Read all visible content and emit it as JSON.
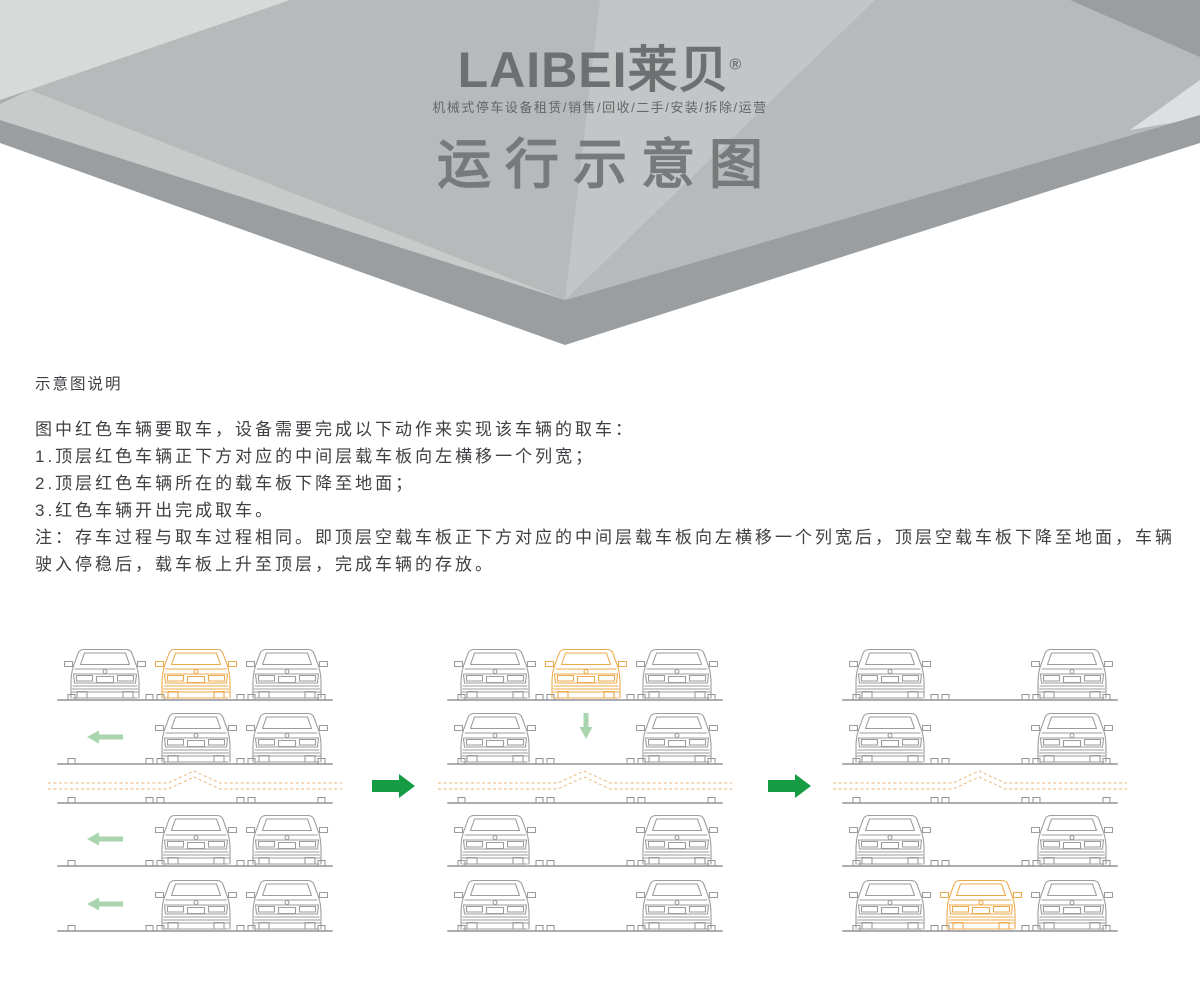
{
  "header": {
    "logo_text": "LAIBEI莱贝",
    "logo_registered_mark": "®",
    "subtitle": "机械式停车设备租赁/销售/回收/二手/安装/拆除/运营",
    "title": "运行示意图"
  },
  "description": {
    "heading": "示意图说明",
    "lines": [
      "图中红色车辆要取车，设备需要完成以下动作来实现该车辆的取车：",
      "1.顶层红色车辆正下方对应的中间层载车板向左横移一个列宽；",
      "2.顶层红色车辆所在的载车板下降至地面；",
      "3.红色车辆开出完成取车。",
      "注：存车过程与取车过程相同。即顶层空载车板正下方对应的中间层载车板向左横移一个列宽后，顶层空载车板下降至地面，车辆",
      "驶入停稳后，载车板上升至顶层，完成车辆的存放。"
    ]
  },
  "diagram": {
    "colors": {
      "car_gray": "#9a9c9e",
      "car_red": "#ecaa4e",
      "platform_line": "#8f9296",
      "ground_break_dash": "#eec390",
      "small_arrow_green": "#a9d5ae",
      "transition_arrow_green": "#169c44"
    },
    "panels": [
      {
        "step": 1,
        "rows": [
          {
            "cars": [
              "gray",
              "red",
              "gray"
            ],
            "arrow": null
          },
          {
            "cars": [
              null,
              "gray",
              "gray"
            ],
            "arrow": {
              "dir": "left",
              "col": 0
            }
          },
          {
            "cars": [
              null,
              "gray",
              "gray"
            ],
            "arrow": {
              "dir": "left",
              "col": 0
            }
          },
          {
            "cars": [
              null,
              "gray",
              "gray"
            ],
            "arrow": {
              "dir": "left",
              "col": 0
            }
          }
        ]
      },
      {
        "step": 2,
        "rows": [
          {
            "cars": [
              "gray",
              "red",
              "gray"
            ],
            "arrow": null
          },
          {
            "cars": [
              "gray",
              null,
              "gray"
            ],
            "arrow": {
              "dir": "down",
              "col": 1
            }
          },
          {
            "cars": [
              "gray",
              null,
              "gray"
            ],
            "arrow": null
          },
          {
            "cars": [
              "gray",
              null,
              "gray"
            ],
            "arrow": null
          }
        ]
      },
      {
        "step": 3,
        "rows": [
          {
            "cars": [
              "gray",
              null,
              "gray"
            ],
            "arrow": null
          },
          {
            "cars": [
              "gray",
              null,
              "gray"
            ],
            "arrow": null
          },
          {
            "cars": [
              "gray",
              null,
              "gray"
            ],
            "arrow": null
          },
          {
            "cars": [
              "gray",
              "red",
              "gray"
            ],
            "arrow": null
          }
        ]
      }
    ],
    "transition_arrows": [
      {
        "from_step": 1,
        "to_step": 2,
        "dir": "right"
      },
      {
        "from_step": 2,
        "to_step": 3,
        "dir": "right"
      }
    ]
  }
}
